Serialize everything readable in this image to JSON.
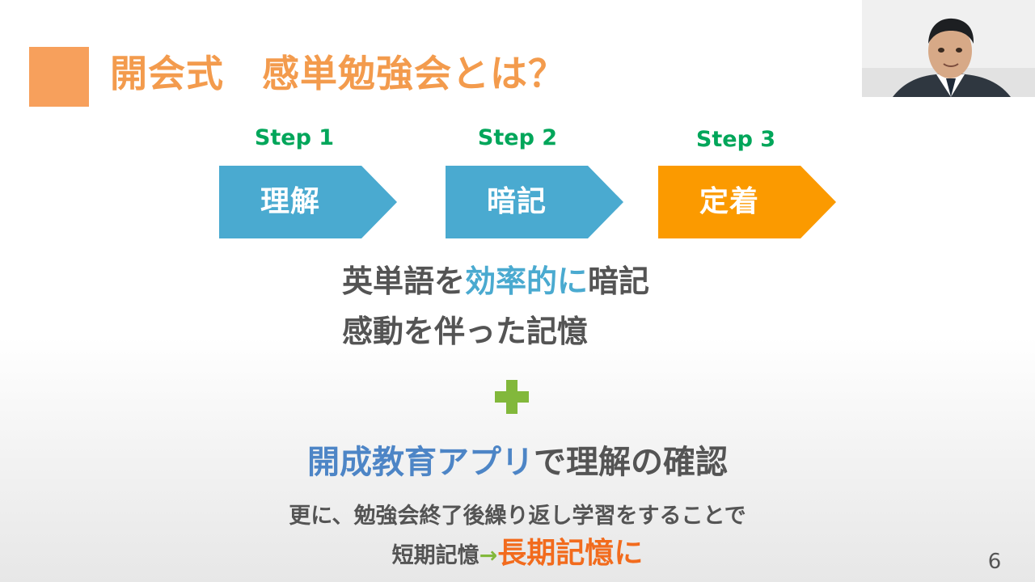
{
  "slide": {
    "title": "開会式　感単勉強会とは？",
    "steps": [
      {
        "label": "Step 1",
        "text": "理解",
        "color": "#4aaad0"
      },
      {
        "label": "Step 2",
        "text": "暗記",
        "color": "#4aaad0"
      },
      {
        "label": "Step 3",
        "text": "定着",
        "color": "#fb9a00"
      }
    ],
    "points": {
      "line1": {
        "before": "英単語を",
        "highlight": "効率的に",
        "after": "暗記"
      },
      "line2": "感動を伴った記憶"
    },
    "app_line": {
      "app_name": "開成教育アプリ",
      "rest": "で理解の確認"
    },
    "note": {
      "line1": "更に、勉強会終了後繰り返し学習をすることで",
      "line2_before": "短期記憶",
      "arrow": "→",
      "line2_highlight": "長期記憶",
      "line2_after": "に"
    },
    "page_number": "6"
  },
  "colors": {
    "title": "#f39b4d",
    "title_square": "#f7a05c",
    "step_label": "#00a65a",
    "step_blue": "#4aaad0",
    "step_orange": "#fb9a00",
    "body_text": "#545454",
    "accent_blue": "#4aaad0",
    "app_blue": "#4d85c6",
    "plus_green": "#82b83b",
    "highlight_orange": "#f26b1d"
  },
  "icons": {
    "plus": "plus-icon"
  }
}
